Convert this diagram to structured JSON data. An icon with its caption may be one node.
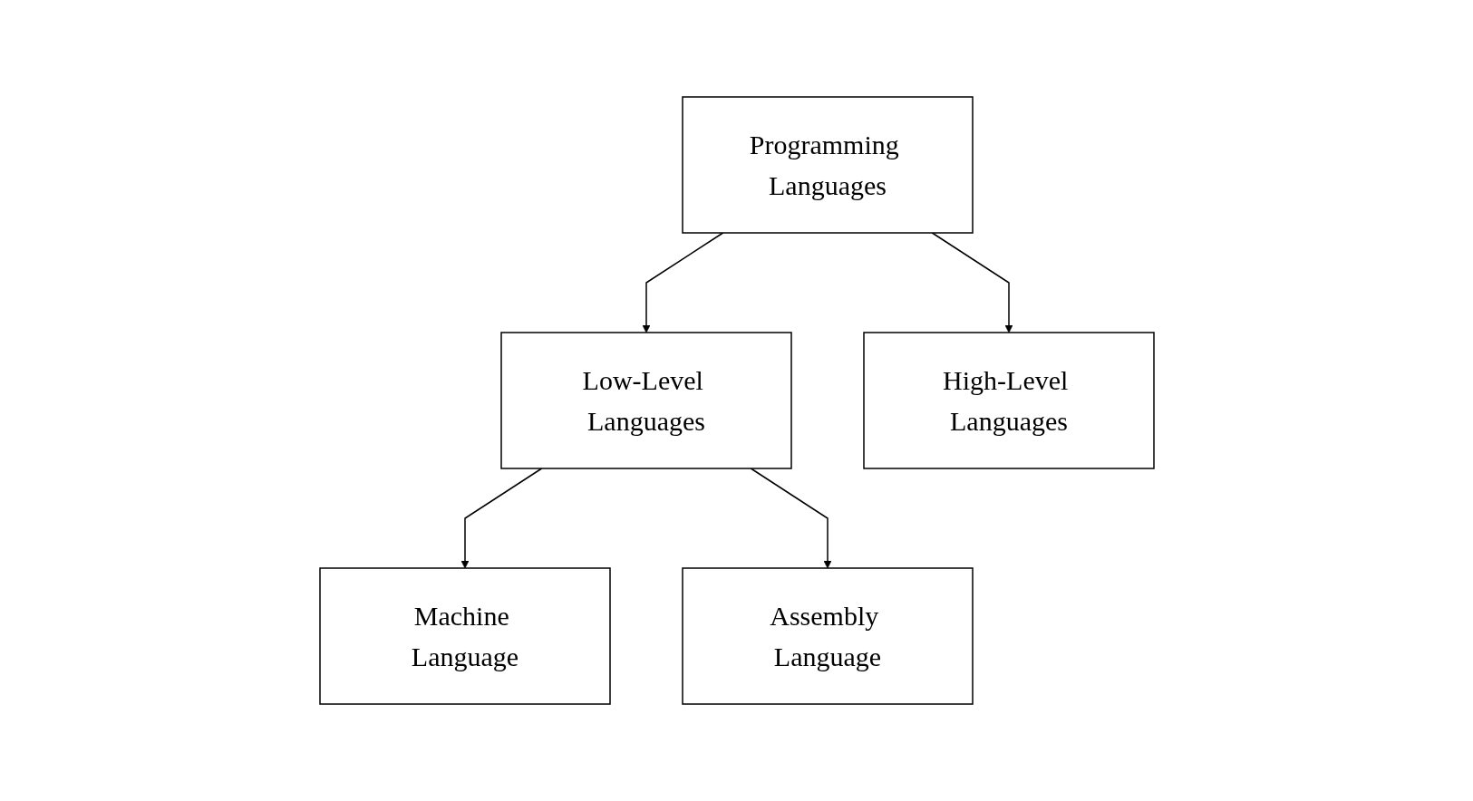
{
  "diagram": {
    "nodes": [
      {
        "text": [
          "Programming Languages"
        ]
      },
      {
        "text": [
          "Low-Level Languages"
        ]
      },
      {
        "text": [
          "High-Level Languages"
        ]
      },
      {
        "text": [
          "Machine Language"
        ]
      },
      {
        "text": [
          "Assembly Language"
        ]
      }
    ],
    "edges": [
      {
        "from": 0,
        "to": 1,
        "arrow": "to"
      },
      {
        "from": 0,
        "to": 2,
        "arrow": "to"
      },
      {
        "from": 1,
        "to": 3,
        "arrow": "to"
      },
      {
        "from": 1,
        "to": 4,
        "arrow": "to"
      }
    ]
  }
}
